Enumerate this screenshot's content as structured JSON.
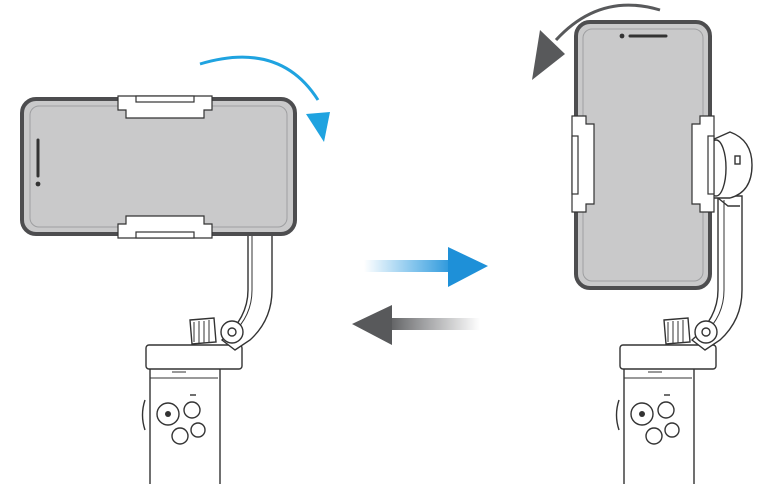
{
  "diagram": {
    "panels": [
      {
        "orientation": "landscape",
        "rotation": "clockwise"
      },
      {
        "orientation": "portrait",
        "rotation": "counter-clockwise"
      }
    ],
    "transition_arrows": [
      {
        "direction": "right",
        "color": "#2E9CE0"
      },
      {
        "direction": "left",
        "color": "#5F6368"
      }
    ]
  },
  "colors": {
    "phone_fill": "#C9C9CA",
    "phone_border": "#4D4D4F",
    "outline": "#333333",
    "rotate_cw": "#1FA3E0",
    "rotate_ccw": "#58595B"
  }
}
